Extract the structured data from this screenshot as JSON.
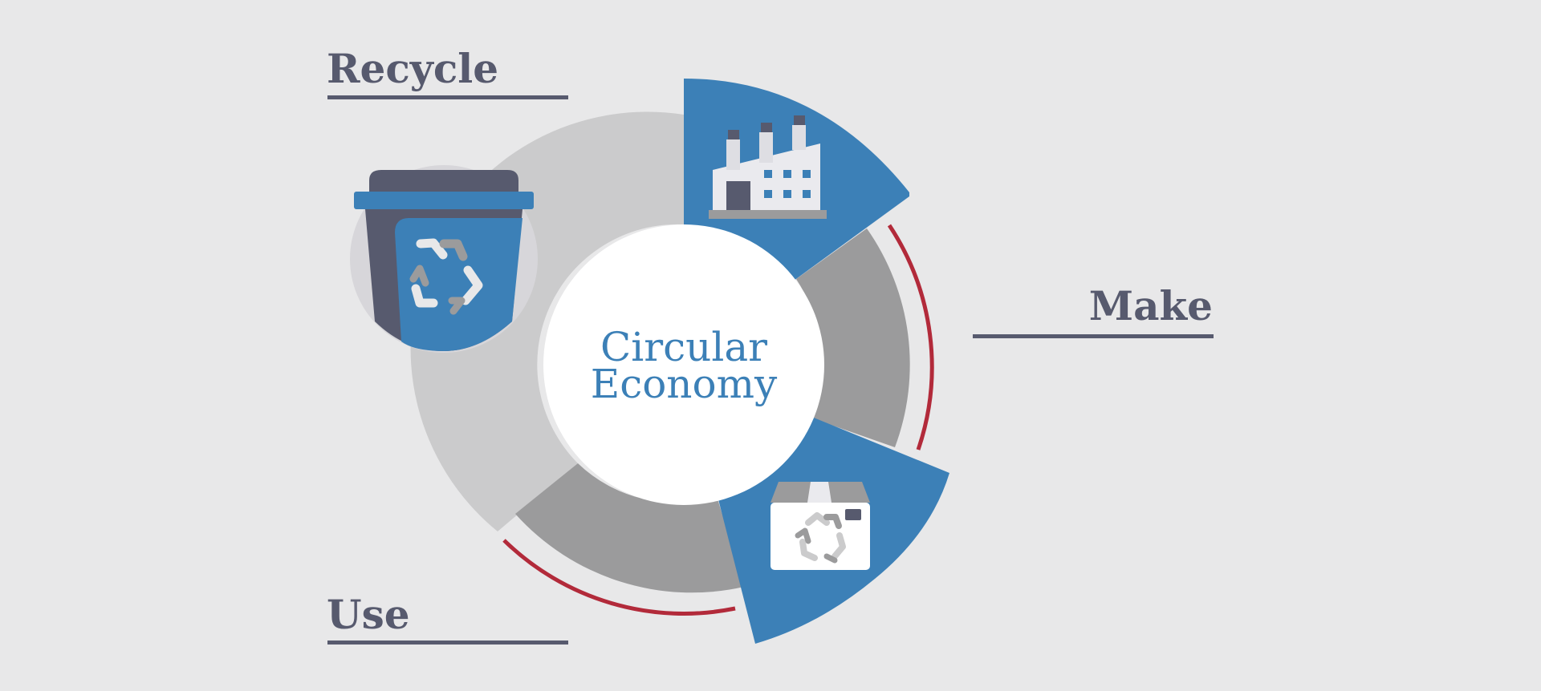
{
  "center": {
    "line1": "Circular",
    "line2": "Economy"
  },
  "stages": {
    "recycle": "Recycle",
    "make": "Make",
    "use": "Use"
  },
  "colors": {
    "background": "#e8e8e9",
    "blue": "#3c80b7",
    "dark_slate": "#575a6e",
    "light_gray": "#cbcbcc",
    "mid_gray": "#9b9b9c",
    "red": "#b22a3a",
    "white": "#ffffff"
  },
  "icons": [
    "recycle-bin-icon",
    "factory-icon",
    "recycled-box-icon"
  ]
}
